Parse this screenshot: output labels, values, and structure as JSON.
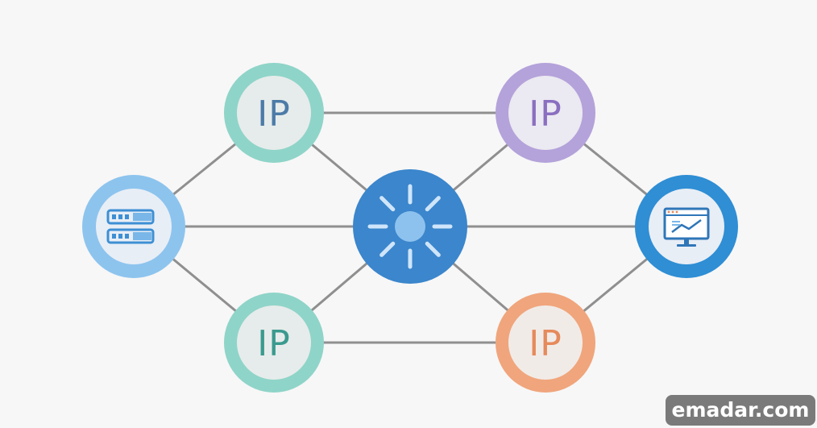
{
  "diagram": {
    "nodes": [
      {
        "id": "server",
        "kind": "server",
        "label": "",
        "icon": "server-rack-icon",
        "ring": "#8dc4ee",
        "inner": "#e8eef6",
        "fg": "#3d8fd4"
      },
      {
        "id": "ip-top-left",
        "kind": "ip",
        "label": "IP",
        "ring": "#8fd4c8",
        "inner": "#e6eceb",
        "fg": "#4c7ba8"
      },
      {
        "id": "ip-bottom-left",
        "kind": "ip",
        "label": "IP",
        "ring": "#8fd4c8",
        "inner": "#e6eceb",
        "fg": "#3a9a8e"
      },
      {
        "id": "hub",
        "kind": "hub",
        "label": "",
        "icon": "sun-burst-icon",
        "ring": "#3b86cc",
        "inner": "#8ec2ee",
        "fg": "#cfe5fa"
      },
      {
        "id": "ip-top-right",
        "kind": "ip",
        "label": "IP",
        "ring": "#b4a2da",
        "inner": "#ebe9f1",
        "fg": "#8a6fc0"
      },
      {
        "id": "ip-bottom-right",
        "kind": "ip",
        "label": "IP",
        "ring": "#f0a57c",
        "inner": "#f1ebe7",
        "fg": "#e58a5b"
      },
      {
        "id": "monitor",
        "kind": "monitor",
        "label": "",
        "icon": "monitor-chart-icon",
        "ring": "#2f8ed4",
        "inner": "#e8eef6",
        "fg": "#2f76b8"
      }
    ],
    "edges": [
      [
        "server",
        "ip-top-left"
      ],
      [
        "server",
        "ip-bottom-left"
      ],
      [
        "server",
        "hub"
      ],
      [
        "ip-top-left",
        "ip-top-right"
      ],
      [
        "ip-top-left",
        "hub"
      ],
      [
        "ip-bottom-left",
        "hub"
      ],
      [
        "ip-bottom-left",
        "ip-bottom-right"
      ],
      [
        "hub",
        "ip-top-right"
      ],
      [
        "hub",
        "ip-bottom-right"
      ],
      [
        "hub",
        "monitor"
      ],
      [
        "ip-top-right",
        "monitor"
      ],
      [
        "ip-bottom-right",
        "monitor"
      ]
    ],
    "edge_color": "#8f8f8f"
  },
  "watermark": {
    "text": "emadar.com"
  }
}
